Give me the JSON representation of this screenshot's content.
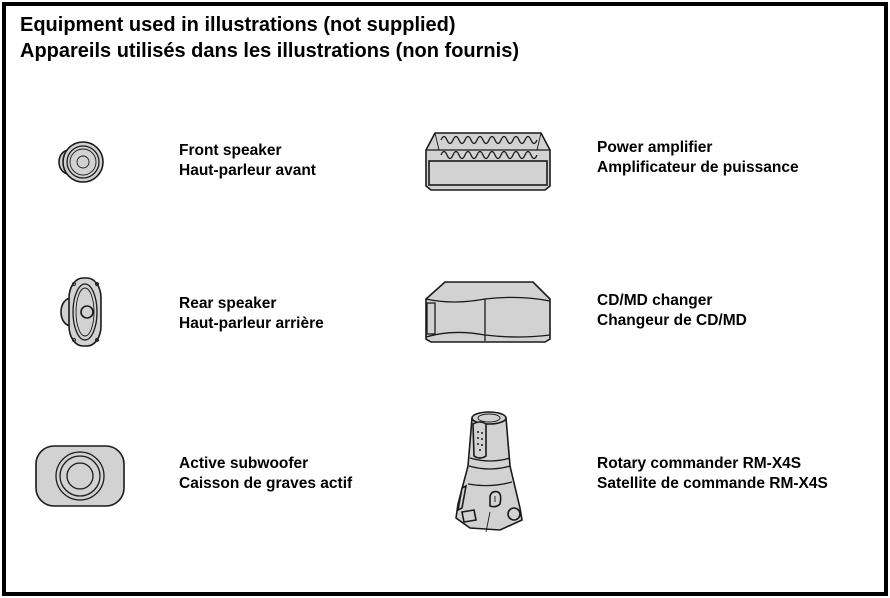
{
  "header": {
    "title_en": "Equipment used in illustrations (not supplied)",
    "title_fr": "Appareils utilisés dans les illustrations (non fournis)"
  },
  "items": [
    {
      "icon": "front-speaker-icon",
      "label_en": "Front speaker",
      "label_fr": "Haut-parleur avant"
    },
    {
      "icon": "power-amplifier-icon",
      "label_en": "Power amplifier",
      "label_fr": "Amplificateur de puissance"
    },
    {
      "icon": "rear-speaker-icon",
      "label_en": "Rear speaker",
      "label_fr": "Haut-parleur arrière"
    },
    {
      "icon": "cd-md-changer-icon",
      "label_en": "CD/MD changer",
      "label_fr": "Changeur de CD/MD"
    },
    {
      "icon": "active-subwoofer-icon",
      "label_en": "Active subwoofer",
      "label_fr": "Caisson de graves actif"
    },
    {
      "icon": "rotary-commander-icon",
      "label_en": "Rotary commander RM-X4S",
      "label_fr": "Satellite de commande RM-X4S"
    }
  ]
}
